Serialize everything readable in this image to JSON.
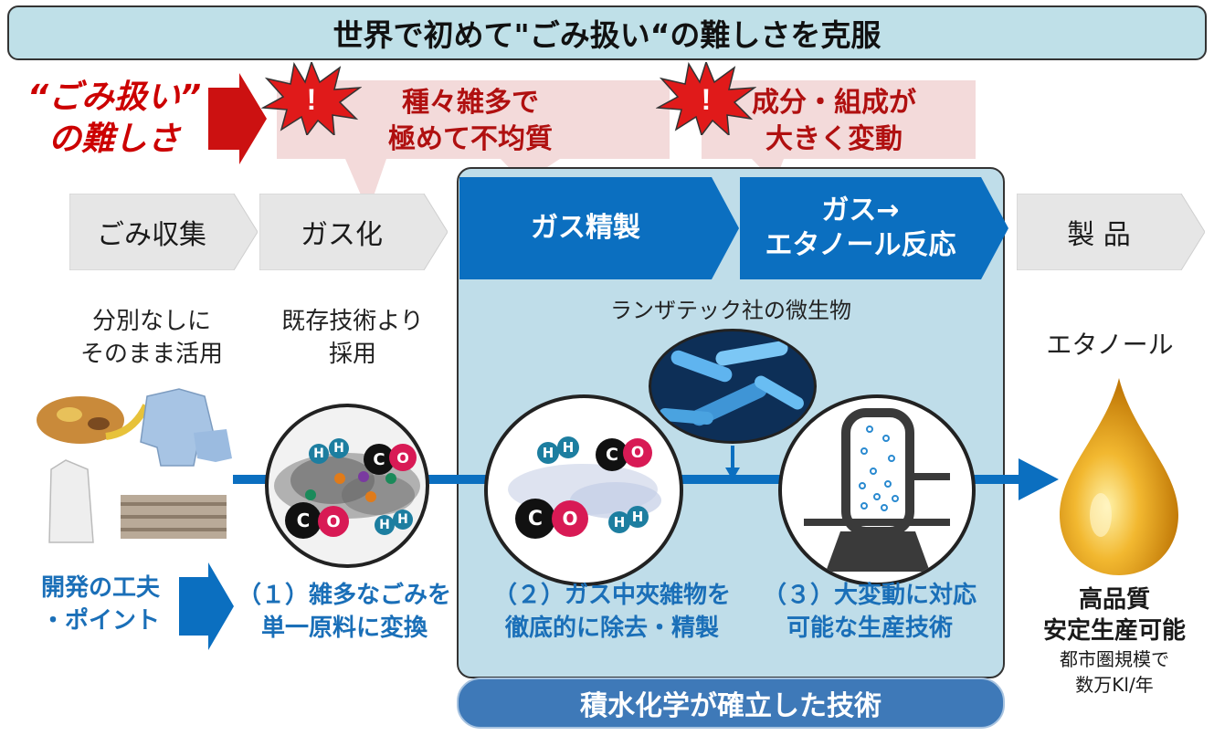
{
  "title": "世界で初めて\"ごみ扱い“の難しさを克服",
  "difficulty_label": {
    "line1": "“ごみ扱い”",
    "line2": "の難しさ"
  },
  "callouts": [
    {
      "mark": "!",
      "line1": "種々雑多で",
      "line2": "極めて不均質"
    },
    {
      "mark": "!",
      "line1": "成分・組成が",
      "line2": "大きく変動"
    }
  ],
  "steps": [
    {
      "label": "ごみ収集"
    },
    {
      "label": "ガス化"
    },
    {
      "label": "ガス精製"
    },
    {
      "line1": "ガス→",
      "line2": "エタノール反応"
    },
    {
      "label": "製 品"
    }
  ],
  "descriptions": {
    "collection": {
      "line1": "分別なしに",
      "line2": "そのまま活用"
    },
    "gasification": {
      "line1": "既存技術より",
      "line2": "採用"
    },
    "microbe": "ランザテック社の微生物",
    "product": "エタノール"
  },
  "molecules": {
    "h": "H",
    "c": "C",
    "o": "O"
  },
  "dev_points_label": {
    "line1": "開発の工夫",
    "line2": "・ポイント"
  },
  "points": [
    {
      "line1": "（１）雑多なごみを",
      "line2": "単一原料に変換"
    },
    {
      "line1": "（２）ガス中夾雑物を",
      "line2": "徹底的に除去・精製"
    },
    {
      "line1": "（３）大変動に対応",
      "line2": "可能な生産技術"
    }
  ],
  "result": {
    "line1": "高品質",
    "line2": "安定生産可能",
    "line3": "都市圏規模で",
    "line4": "数万Kl/年"
  },
  "banner": "積水化学が確立した技術",
  "colors": {
    "accent_blue": "#0b6fc0",
    "difficulty_red": "#cc0000",
    "callout_bg": "#f3dada",
    "panel_bg": "#bfdde9"
  }
}
